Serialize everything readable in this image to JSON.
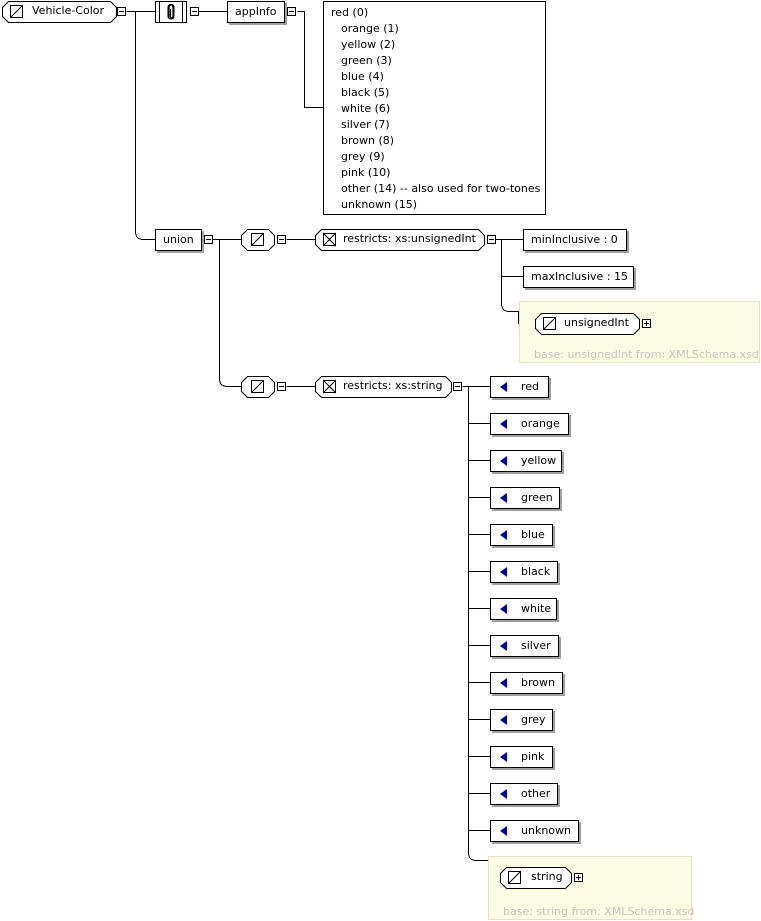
{
  "root": {
    "name": "Vehicle-Color"
  },
  "union": {
    "label": "union"
  },
  "annotation": {
    "appinfo_label": "appInfo",
    "doc_lines": [
      "red (0)",
      "orange (1)",
      "yellow (2)",
      "green (3)",
      "blue (4)",
      "black (5)",
      "white (6)",
      "silver (7)",
      "brown (8)",
      "grey (9)",
      "pink (10)",
      "other (14) -- also used for two-tones",
      "unknown (15)"
    ]
  },
  "uint_branch": {
    "restricts": "restricts: xs:unsignedInt",
    "facets": [
      "minInclusive : 0",
      "maxInclusive : 15"
    ],
    "base_type": "unsignedInt",
    "base_note": "base: unsignedInt from: XMLSchema.xsd"
  },
  "string_branch": {
    "restricts": "restricts: xs:string",
    "enumerations": [
      "red",
      "orange",
      "yellow",
      "green",
      "blue",
      "black",
      "white",
      "silver",
      "brown",
      "grey",
      "pink",
      "other",
      "unknown"
    ],
    "base_type": "string",
    "base_note": "base: string from: XMLSchema.xsd"
  },
  "colors": {
    "enum_marker": "#00008e",
    "type_panel_bg": "#fcfbe4",
    "base_note_text": "#c7c7bb",
    "shadow": "#a0a0a0"
  },
  "icons": {
    "simple_type": "simple-type-icon",
    "annotation": "annotation-paperclip-icon",
    "restriction": "restriction-bowtie-icon",
    "enumeration": "enumeration-triangle-icon"
  }
}
